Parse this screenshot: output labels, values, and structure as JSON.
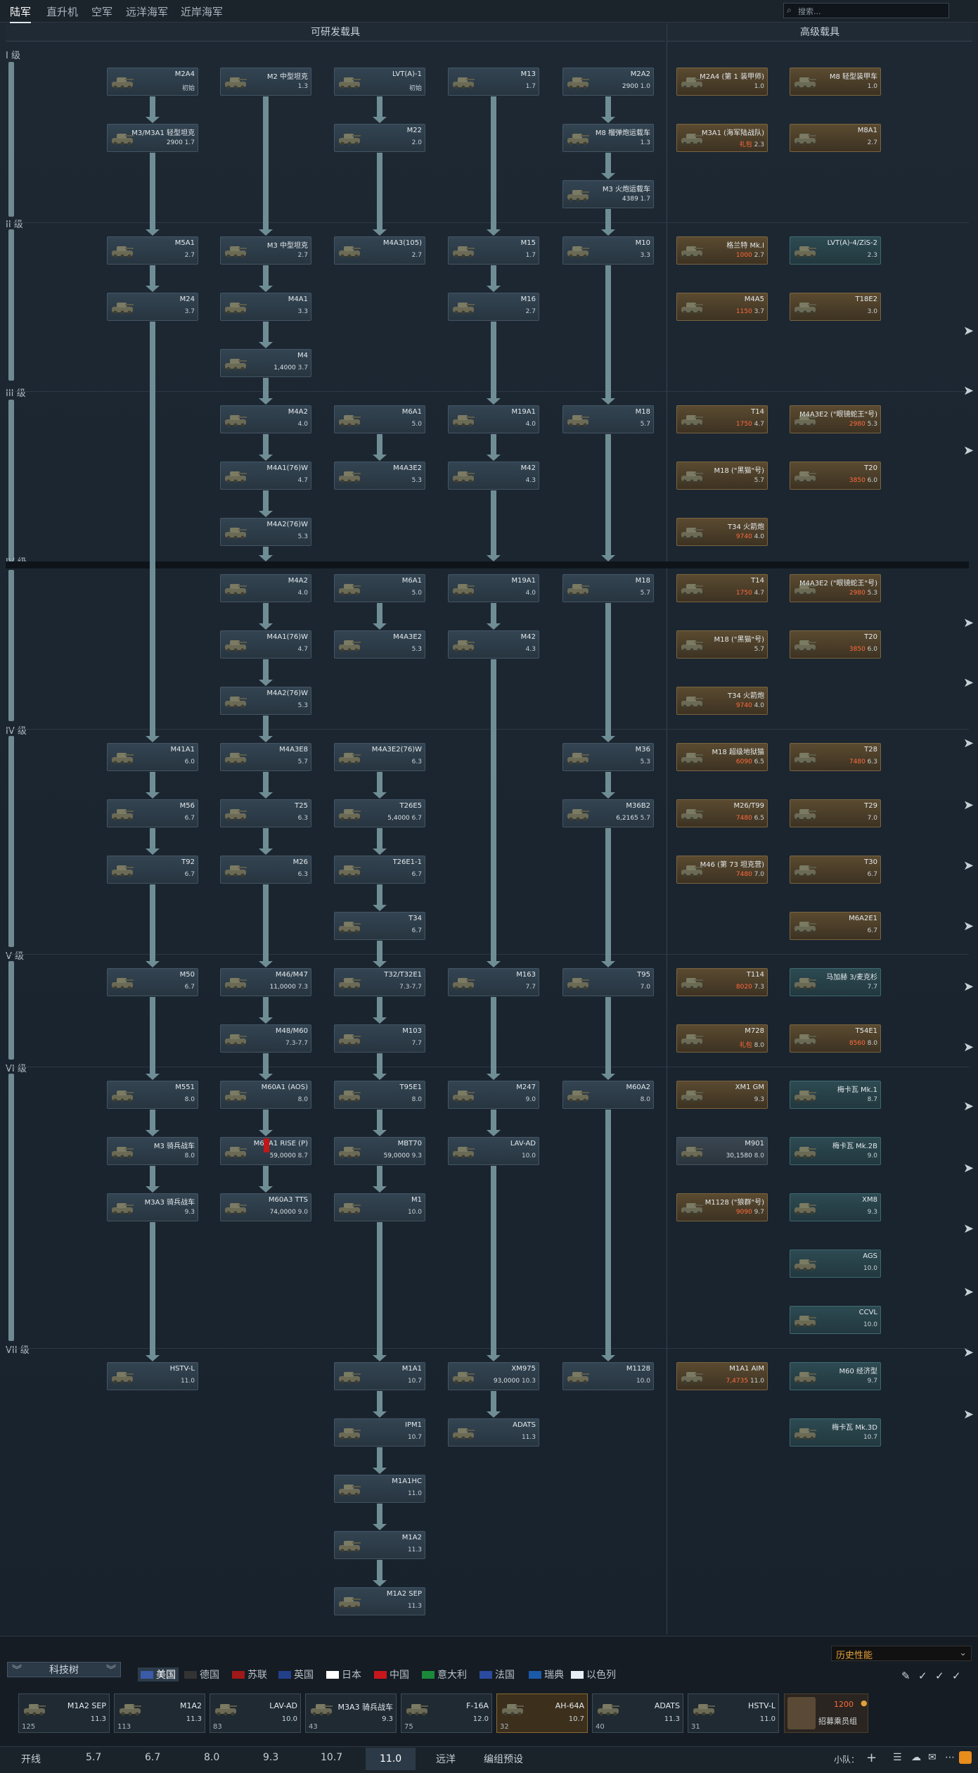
{
  "top_tabs": [
    "陆军",
    "直升机",
    "空军",
    "远洋海军",
    "近岸海军"
  ],
  "search_placeholder": "搜索...",
  "headers": {
    "research": "可研发载具",
    "premium": "高级载具"
  },
  "ranks": [
    "I 级",
    "II 级",
    "III 级",
    "IV 级",
    "IV 级",
    "V 级",
    "VI 级",
    "VII 级"
  ],
  "vehicles": [
    {
      "id": "m2a4",
      "name": "M2A4",
      "br": "初始",
      "type": "normal"
    },
    {
      "id": "m2med",
      "name": "M2 中型坦克",
      "br": "1.3",
      "type": "normal"
    },
    {
      "id": "lvt",
      "name": "LVT(A)-1",
      "br": "初始",
      "type": "normal"
    },
    {
      "id": "m13",
      "name": "M13",
      "br": "1.7",
      "type": "normal"
    },
    {
      "id": "m2a2",
      "name": "M2A2",
      "br": "1.0",
      "cost": "2900",
      "type": "normal"
    },
    {
      "id": "m2a4p",
      "name": "M2A4 (第 1 装甲师)",
      "br": "1.0",
      "type": "prem"
    },
    {
      "id": "m8lac",
      "name": "M8 轻型装甲车",
      "br": "1.0",
      "type": "prem"
    },
    {
      "id": "m3m3a1",
      "name": "M3/M3A1 轻型坦克",
      "br": "1.7",
      "cost": "2900",
      "type": "normal"
    },
    {
      "id": "m22",
      "name": "M22",
      "br": "2.0",
      "type": "normal"
    },
    {
      "id": "m8hmc",
      "name": "M8 榴弹炮运载车",
      "br": "1.3",
      "type": "normal"
    },
    {
      "id": "m3a1usmc",
      "name": "M3A1 (海军陆战队)",
      "br": "2.3",
      "cost": "礼包",
      "type": "prem"
    },
    {
      "id": "m8a1",
      "name": "M8A1",
      "br": "2.7",
      "type": "prem"
    },
    {
      "id": "m3gmc",
      "name": "M3 火炮运载车",
      "br": "1.7",
      "cost": "4389",
      "type": "normal"
    },
    {
      "id": "m5a1",
      "name": "M5A1",
      "br": "2.7",
      "type": "normal"
    },
    {
      "id": "m3med",
      "name": "M3 中型坦克",
      "br": "2.7",
      "type": "normal"
    },
    {
      "id": "m4a3_105",
      "name": "M4A3(105)",
      "br": "2.7",
      "type": "normal"
    },
    {
      "id": "m15",
      "name": "M15",
      "br": "1.7",
      "type": "normal"
    },
    {
      "id": "m10",
      "name": "M10",
      "br": "3.3",
      "type": "normal"
    },
    {
      "id": "grant",
      "name": "格兰特 Mk.I",
      "br": "2.7",
      "cost": "1000",
      "type": "prem"
    },
    {
      "id": "lvtzis",
      "name": "LVT(A)-4/ZiS-2",
      "br": "2.3",
      "type": "sq"
    },
    {
      "id": "m24",
      "name": "M24",
      "br": "3.7",
      "type": "normal"
    },
    {
      "id": "m4a1",
      "name": "M4A1",
      "br": "3.3",
      "type": "normal"
    },
    {
      "id": "m16",
      "name": "M16",
      "br": "2.7",
      "type": "normal"
    },
    {
      "id": "m4a5",
      "name": "M4A5",
      "br": "3.7",
      "cost": "1150",
      "type": "prem"
    },
    {
      "id": "t18e2",
      "name": "T18E2",
      "br": "3.0",
      "type": "prem"
    },
    {
      "id": "m4",
      "name": "M4",
      "br": "3.7",
      "cost": "1,4000",
      "type": "normal"
    },
    {
      "id": "m4a2",
      "name": "M4A2",
      "br": "4.0",
      "type": "normal"
    },
    {
      "id": "m6a1",
      "name": "M6A1",
      "br": "5.0",
      "type": "normal"
    },
    {
      "id": "m19a1",
      "name": "M19A1",
      "br": "4.0",
      "type": "normal"
    },
    {
      "id": "m18",
      "name": "M18",
      "br": "5.7",
      "type": "normal"
    },
    {
      "id": "t14",
      "name": "T14",
      "br": "4.7",
      "cost": "1750",
      "type": "prem"
    },
    {
      "id": "m4a3e2p",
      "name": "M4A3E2 (\"眼镜蛇王\"号)",
      "br": "5.3",
      "cost": "2980",
      "type": "prem"
    },
    {
      "id": "m4a176w",
      "name": "M4A1(76)W",
      "br": "4.7",
      "type": "normal"
    },
    {
      "id": "m4a3e2",
      "name": "M4A3E2",
      "br": "5.3",
      "type": "normal"
    },
    {
      "id": "m42",
      "name": "M42",
      "br": "4.3",
      "type": "normal"
    },
    {
      "id": "m18black",
      "name": "M18 (\"黑猫\"号)",
      "br": "5.7",
      "type": "prem"
    },
    {
      "id": "t20",
      "name": "T20",
      "br": "6.0",
      "cost": "3850",
      "type": "prem"
    },
    {
      "id": "m4a276w",
      "name": "M4A2(76)W",
      "br": "5.3",
      "type": "normal"
    },
    {
      "id": "t34cal",
      "name": "T34 火箭炮",
      "br": "4.0",
      "cost": "9740",
      "type": "prem"
    },
    {
      "id": "m41a1",
      "name": "M41A1",
      "br": "6.0",
      "type": "normal"
    },
    {
      "id": "m4a3e8",
      "name": "M4A3E8",
      "br": "5.7",
      "type": "normal"
    },
    {
      "id": "m4a3e2_76",
      "name": "M4A3E2(76)W",
      "br": "6.3",
      "type": "normal"
    },
    {
      "id": "m36",
      "name": "M36",
      "br": "5.3",
      "type": "normal"
    },
    {
      "id": "m18super",
      "name": "M18 超级地狱猫",
      "br": "6.5",
      "cost": "6090",
      "type": "prem"
    },
    {
      "id": "t28",
      "name": "T28",
      "br": "6.3",
      "cost": "7480",
      "type": "prem"
    },
    {
      "id": "m56",
      "name": "M56",
      "br": "6.7",
      "type": "normal"
    },
    {
      "id": "t25",
      "name": "T25",
      "br": "6.3",
      "type": "normal"
    },
    {
      "id": "t26e5",
      "name": "T26E5",
      "br": "6.7",
      "cost": "5,4000",
      "type": "normal"
    },
    {
      "id": "m36b2",
      "name": "M36B2",
      "br": "5.7",
      "cost": "6,2165",
      "type": "normal"
    },
    {
      "id": "m26t99",
      "name": "M26/T99",
      "br": "6.5",
      "cost": "7480",
      "type": "prem"
    },
    {
      "id": "t29",
      "name": "T29",
      "br": "7.0",
      "type": "prem"
    },
    {
      "id": "t92",
      "name": "T92",
      "br": "6.7",
      "type": "normal"
    },
    {
      "id": "m26",
      "name": "M26",
      "br": "6.3",
      "type": "normal"
    },
    {
      "id": "t26e1",
      "name": "T26E1-1",
      "br": "6.7",
      "type": "normal"
    },
    {
      "id": "m46p",
      "name": "M46 (第 73 坦克营)",
      "br": "7.0",
      "cost": "7480",
      "type": "prem"
    },
    {
      "id": "t30",
      "name": "T30",
      "br": "6.7",
      "type": "prem"
    },
    {
      "id": "t34",
      "name": "T34",
      "br": "6.7",
      "type": "normal"
    },
    {
      "id": "m6a2e1",
      "name": "M6A2E1",
      "br": "6.7",
      "type": "prem"
    },
    {
      "id": "m50",
      "name": "M50",
      "br": "6.7",
      "type": "normal"
    },
    {
      "id": "m46m47",
      "name": "M46/M47",
      "br": "7.3",
      "cost": "11,0000",
      "type": "normal"
    },
    {
      "id": "t32",
      "name": "T32/T32E1",
      "br": "7.3-7.7",
      "type": "normal"
    },
    {
      "id": "m163",
      "name": "M163",
      "br": "7.7",
      "type": "normal"
    },
    {
      "id": "t95",
      "name": "T95",
      "br": "7.0",
      "type": "normal"
    },
    {
      "id": "t114",
      "name": "T114",
      "br": "7.3",
      "cost": "8020",
      "type": "prem"
    },
    {
      "id": "magach3",
      "name": "马加赫 3/麦克杉",
      "br": "7.7",
      "type": "sq"
    },
    {
      "id": "m48m60",
      "name": "M48/M60",
      "br": "7.3-7.7",
      "type": "normal"
    },
    {
      "id": "m103",
      "name": "M103",
      "br": "7.7",
      "type": "normal"
    },
    {
      "id": "m728",
      "name": "M728",
      "br": "8.0",
      "cost": "礼包",
      "type": "prem"
    },
    {
      "id": "t54e1",
      "name": "T54E1",
      "br": "8.0",
      "cost": "8560",
      "type": "prem"
    },
    {
      "id": "m551",
      "name": "M551",
      "br": "8.0",
      "type": "normal"
    },
    {
      "id": "m60a1aos",
      "name": "M60A1 (AOS)",
      "br": "8.0",
      "type": "normal"
    },
    {
      "id": "t95e1",
      "name": "T95E1",
      "br": "8.0",
      "type": "normal"
    },
    {
      "id": "m247",
      "name": "M247",
      "br": "9.0",
      "type": "normal"
    },
    {
      "id": "m60a2",
      "name": "M60A2",
      "br": "8.0",
      "type": "normal"
    },
    {
      "id": "xm1gm",
      "name": "XM1 GM",
      "br": "9.3",
      "type": "prem"
    },
    {
      "id": "merkava1",
      "name": "梅卡瓦 Mk.1",
      "br": "8.7",
      "type": "sq"
    },
    {
      "id": "m3bradley",
      "name": "M3 骑兵战车",
      "br": "8.0",
      "type": "normal"
    },
    {
      "id": "m60a1rise",
      "name": "M60A1 RISE (P)",
      "br": "8.7",
      "cost": "59,0000",
      "type": "normal"
    },
    {
      "id": "mbt70",
      "name": "MBT70",
      "br": "9.3",
      "cost": "59,0000",
      "type": "normal"
    },
    {
      "id": "lavad",
      "name": "LAV-AD",
      "br": "10.0",
      "type": "normal"
    },
    {
      "id": "m901",
      "name": "M901",
      "br": "8.0",
      "cost": "30,1580",
      "type": "grey"
    },
    {
      "id": "merkava2b",
      "name": "梅卡瓦 Mk.2B",
      "br": "9.0",
      "type": "sq"
    },
    {
      "id": "m3a3",
      "name": "M3A3 骑兵战车",
      "br": "9.3",
      "type": "normal"
    },
    {
      "id": "m60a3",
      "name": "M60A3 TTS",
      "br": "9.0",
      "cost": "74,0000",
      "type": "normal"
    },
    {
      "id": "m1",
      "name": "M1",
      "br": "10.0",
      "type": "normal"
    },
    {
      "id": "m1128w",
      "name": "M1128 (\"狼群\"号)",
      "br": "9.7",
      "cost": "9090",
      "type": "prem"
    },
    {
      "id": "xm8",
      "name": "XM8",
      "br": "9.3",
      "type": "sq"
    },
    {
      "id": "ags",
      "name": "AGS",
      "br": "10.0",
      "type": "sq"
    },
    {
      "id": "ccvl",
      "name": "CCVL",
      "br": "10.0",
      "type": "sq"
    },
    {
      "id": "hstvl",
      "name": "HSTV-L",
      "br": "11.0",
      "type": "normal"
    },
    {
      "id": "m1a1",
      "name": "M1A1",
      "br": "10.7",
      "type": "normal"
    },
    {
      "id": "xm975",
      "name": "XM975",
      "br": "10.3",
      "cost": "93,0000",
      "type": "normal"
    },
    {
      "id": "m1128",
      "name": "M1128",
      "br": "10.0",
      "type": "normal"
    },
    {
      "id": "m1a1aim",
      "name": "M1A1 AIM",
      "br": "11.0",
      "cost": "7,4735",
      "type": "prem"
    },
    {
      "id": "m60eco",
      "name": "M60 经济型",
      "br": "9.7",
      "type": "sq"
    },
    {
      "id": "ipm1",
      "name": "IPM1",
      "br": "10.7",
      "type": "normal"
    },
    {
      "id": "adats",
      "name": "ADATS",
      "br": "11.3",
      "type": "normal"
    },
    {
      "id": "merkava3d",
      "name": "梅卡瓦 Mk.3D",
      "br": "10.7",
      "type": "sq"
    },
    {
      "id": "m1a1hc",
      "name": "M1A1HC",
      "br": "11.0",
      "type": "normal"
    },
    {
      "id": "m1a2",
      "name": "M1A2",
      "br": "11.3",
      "type": "normal"
    },
    {
      "id": "m1a2sep",
      "name": "M1A2 SEP",
      "br": "11.3",
      "type": "normal"
    }
  ],
  "history_perf": "历史性能",
  "techtree_btn": "科技树",
  "nations": [
    "美国",
    "德国",
    "苏联",
    "英国",
    "日本",
    "中国",
    "意大利",
    "法国",
    "瑞典",
    "以色列"
  ],
  "crew": [
    {
      "name": "M1A2 SEP",
      "br": "11.3",
      "num": "125"
    },
    {
      "name": "M1A2",
      "br": "11.3",
      "num": "113"
    },
    {
      "name": "LAV-AD",
      "br": "10.0",
      "num": "83"
    },
    {
      "name": "M3A3 骑兵战车",
      "br": "9.3",
      "num": "43"
    },
    {
      "name": "F-16A",
      "br": "12.0",
      "num": "75"
    },
    {
      "name": "AH-64A",
      "br": "10.7",
      "num": "32"
    },
    {
      "name": "ADATS",
      "br": "11.3",
      "num": "40"
    },
    {
      "name": "HSTV-L",
      "br": "11.0",
      "num": "31"
    }
  ],
  "recruit": {
    "cost": "1200",
    "label": "招募乘员组"
  },
  "bottom_tabs": [
    "开线",
    "5.7",
    "6.7",
    "8.0",
    "9.3",
    "10.7",
    "11.0",
    "远洋",
    "编组预设"
  ],
  "squad_label": "小队："
}
